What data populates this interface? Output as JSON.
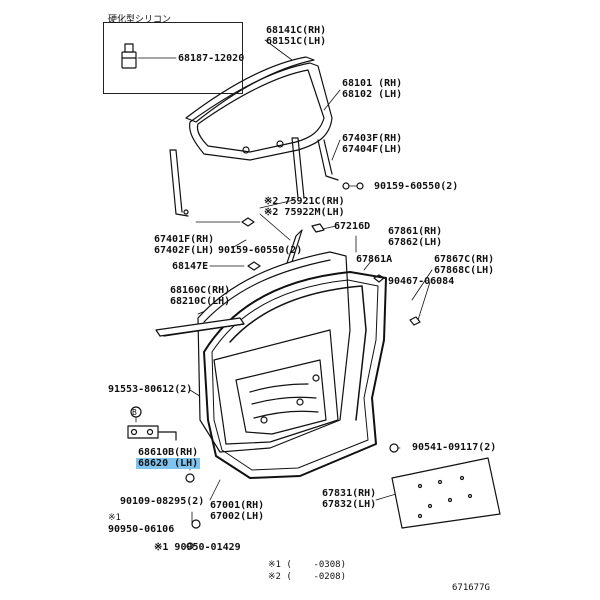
{
  "sealant_box": {
    "caption": "硬化型シリコン",
    "part": "68187-12020"
  },
  "labels": {
    "l68141": "68141C(RH)",
    "l68151": "68151C(LH)",
    "l68101": "68101 (RH)",
    "l68102": "68102 (LH)",
    "l67403": "67403F(RH)",
    "l67404": "67404F(LH)",
    "l90159a": "90159-60550(2)",
    "l75921": "※2 75921C(RH)",
    "l75922": "※2 75922M(LH)",
    "l67216": "67216D",
    "l67401": "67401F(RH)",
    "l67402": "67402F(LH)",
    "l90159b": "90159-60550(2)",
    "l67861": "67861(RH)",
    "l67862": "67862(LH)",
    "l68147": "68147E",
    "l67861a": "67861A",
    "l67867": "67867C(RH)",
    "l67868": "67868C(LH)",
    "l90467": "90467-06084",
    "l68160": "68160C(RH)",
    "l68210": "68210C(LH)",
    "l91553": "91553-80612(2)",
    "lB": "B",
    "l68610": "68610B(RH)",
    "l68620": "68620 (LH)",
    "l90541": "90541-09117(2)",
    "l90109": "90109-08295(2)",
    "l67001": "67001(RH)",
    "l67002": "67002(LH)",
    "l67831": "67831(RH)",
    "l67832": "67832(LH)",
    "l90950a_mark": "※1",
    "l90950a": "90950-06106",
    "l90950b": "※1 90950-01429",
    "note1": "※1 (    -0308)",
    "note2": "※2 (    -0208)",
    "figno": "671677G"
  }
}
